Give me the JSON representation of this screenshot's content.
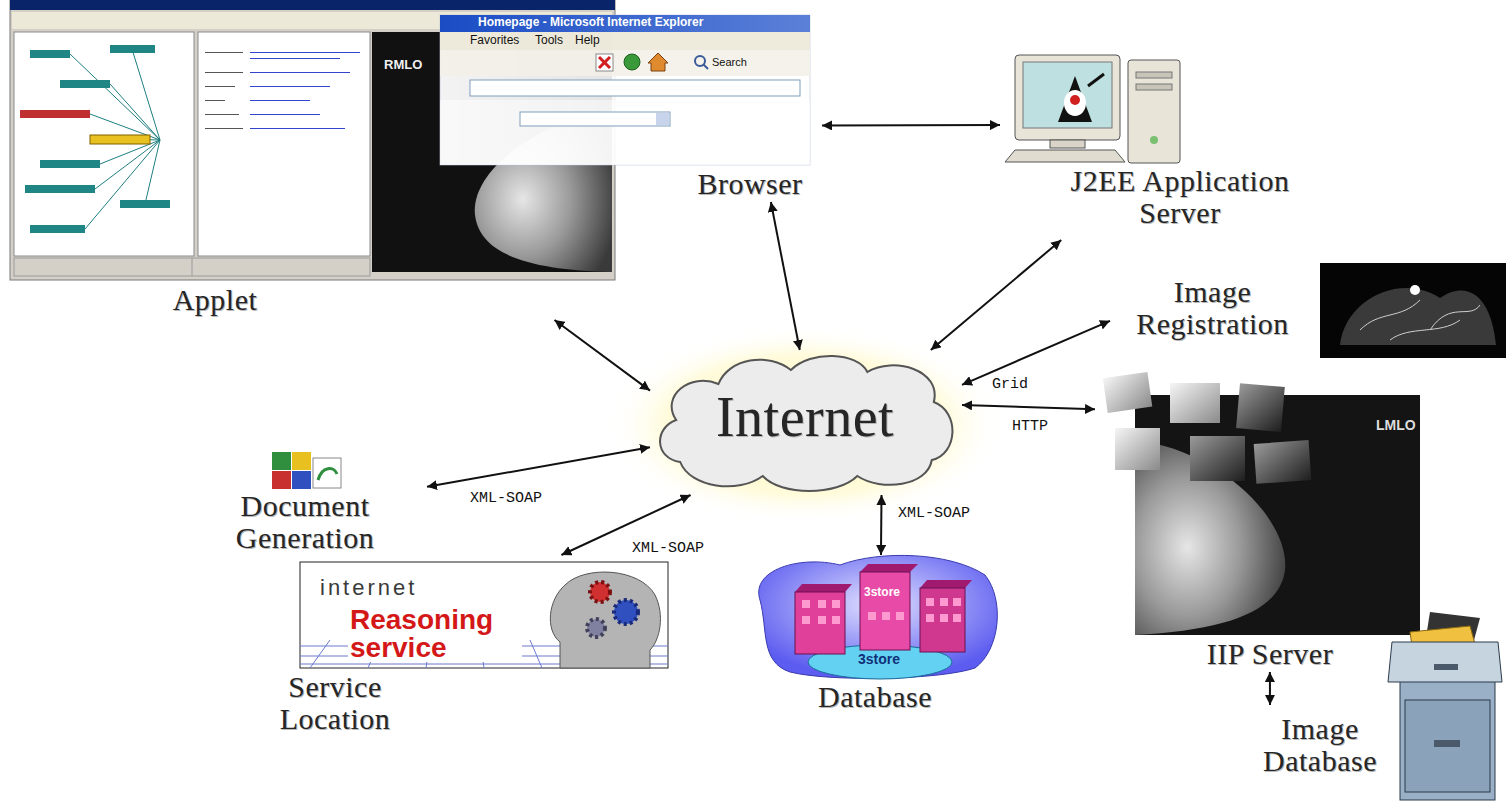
{
  "diagram": {
    "nodes": [
      {
        "text": [
          "Applet"
        ]
      },
      {
        "text": [
          "Browser"
        ]
      },
      {
        "text": [
          "J2EE Application Server"
        ]
      },
      {
        "text": [
          "Image Registration"
        ]
      },
      {
        "text": [
          "Internet"
        ]
      },
      {
        "text": [
          "Document Generation"
        ]
      },
      {
        "text": [
          "Service Location"
        ]
      },
      {
        "text": [
          "Database"
        ]
      },
      {
        "text": [
          "IIP Server"
        ]
      },
      {
        "text": [
          "Image Database"
        ]
      }
    ],
    "edges": [
      {
        "from": 1,
        "to": 2,
        "arrow": "both"
      },
      {
        "from": 0,
        "to": 4,
        "arrow": "both"
      },
      {
        "from": 1,
        "to": 4,
        "arrow": "both"
      },
      {
        "from": 2,
        "to": 4,
        "arrow": "both"
      },
      {
        "from": 4,
        "to": 3,
        "label": "Grid",
        "arrow": "both"
      },
      {
        "from": 4,
        "to": 8,
        "label": "HTTP",
        "arrow": "both"
      },
      {
        "from": 4,
        "to": 5,
        "label": "XML-SOAP",
        "arrow": "both"
      },
      {
        "from": 4,
        "to": 6,
        "label": "XML-SOAP",
        "arrow": "both"
      },
      {
        "from": 4,
        "to": 7,
        "label": "XML-SOAP",
        "arrow": "both"
      },
      {
        "from": 8,
        "to": 9,
        "arrow": "both"
      }
    ],
    "labels": [
      "Homepage - Microsoft Internet Explorer",
      "Favorites",
      "Tools",
      "Help",
      "Search",
      "RMLO",
      "LMLO",
      "internet",
      "Reasoning service",
      "3store",
      "3store"
    ]
  }
}
